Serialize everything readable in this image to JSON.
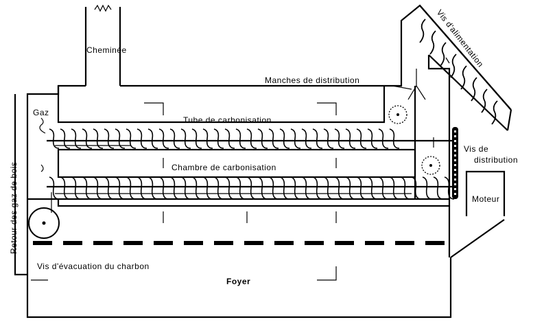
{
  "diagram": {
    "labels": {
      "chimney": "Cheminée",
      "feed_screw": "Vis d'alimentation",
      "distribution_sleeves": "Manches de distribution",
      "gas": "Gaz",
      "carbonisation_tube": "Tube de carbonisation",
      "wood_gas_return": "Retour des gaz de bois",
      "carbonisation_chamber": "Chambre de carbonisation",
      "distribution_screw_line1": "Vis de",
      "distribution_screw_line2": "distribution",
      "motor": "Moteur",
      "charcoal_discharge_screw": "Vis d'évacuation du charbon",
      "firebox": "Foyer"
    }
  }
}
